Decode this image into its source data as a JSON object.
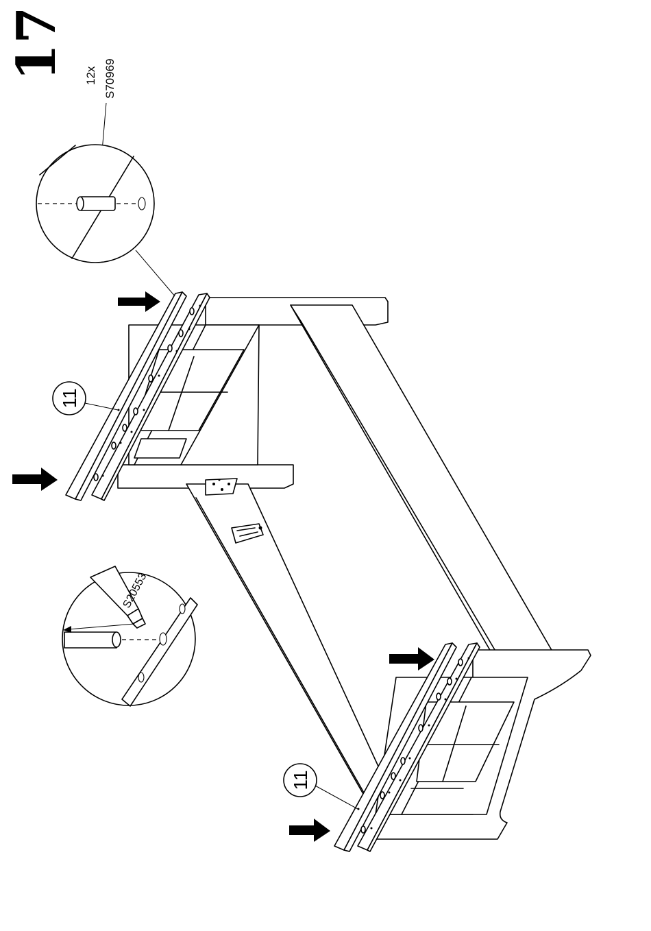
{
  "step": {
    "number": "17"
  },
  "callouts": {
    "dowel_quantity": "12x",
    "dowel_part": "S70969",
    "glue_part": "S20553",
    "part_label_top": "11",
    "part_label_bottom": "11"
  }
}
